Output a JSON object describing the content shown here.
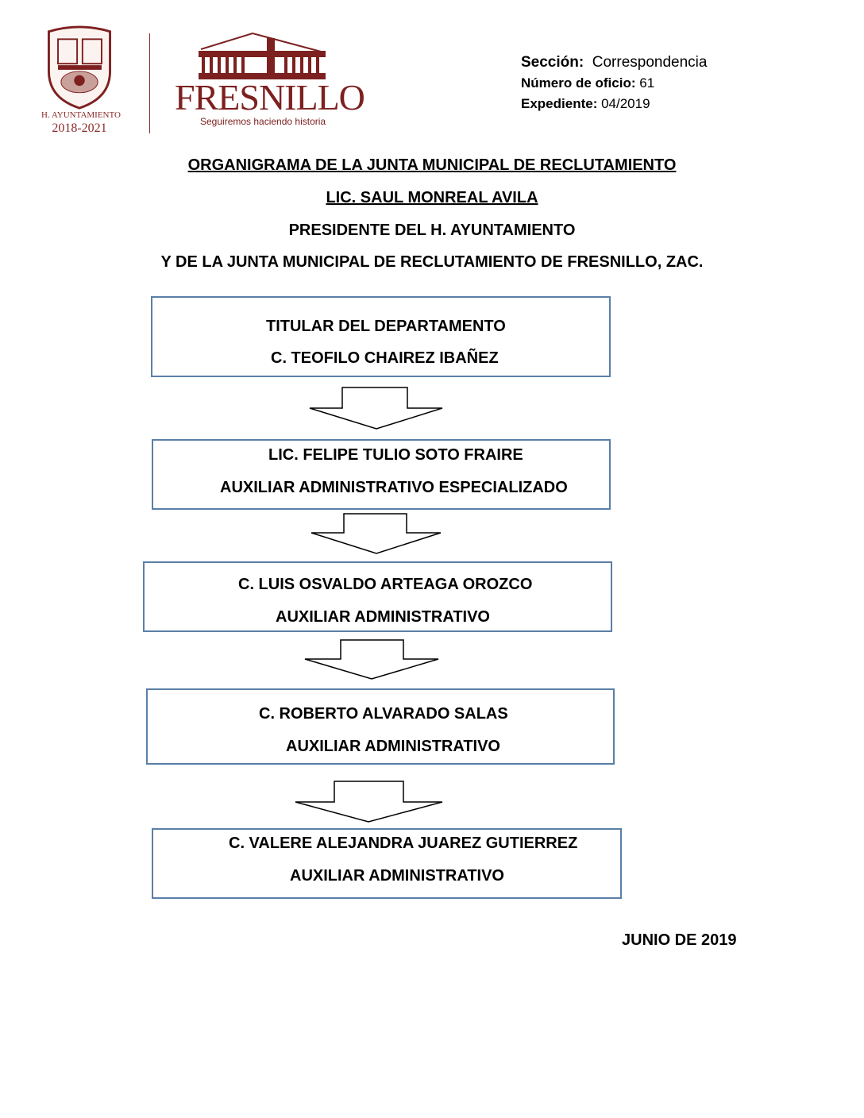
{
  "header": {
    "logo_left": {
      "line1": "H. AYUNTAMIENTO",
      "line2": "2018-2021"
    },
    "logo_right": {
      "name": "FRESNILLO",
      "slogan": "Seguiremos haciendo historia"
    },
    "seccion_label": "Sección:",
    "seccion_value": "Correspondencia",
    "oficio_label": "Número de oficio:",
    "oficio_value": "61",
    "expediente_label": "Expediente:",
    "expediente_value": "04/2019"
  },
  "titles": [
    "ORGANIGRAMA DE LA JUNTA MUNICIPAL DE RECLUTAMIENTO",
    "LIC. SAUL MONREAL AVILA",
    "PRESIDENTE DEL H. AYUNTAMIENTO",
    "Y DE LA JUNTA MUNICIPAL DE RECLUTAMIENTO DE FRESNILLO, ZAC."
  ],
  "boxes": [
    {
      "line1": "TITULAR DEL DEPARTAMENTO",
      "line2": "C. TEOFILO CHAIREZ IBAÑEZ"
    },
    {
      "line1": "LIC. FELIPE TULIO SOTO FRAIRE",
      "line2": "AUXILIAR ADMINISTRATIVO ESPECIALIZADO"
    },
    {
      "line1": "C. LUIS OSVALDO ARTEAGA OROZCO",
      "line2": "AUXILIAR ADMINISTRATIVO"
    },
    {
      "line1": "C. ROBERTO ALVARADO SALAS",
      "line2": "AUXILIAR ADMINISTRATIVO"
    },
    {
      "line1": "C. VALERE ALEJANDRA JUAREZ GUTIERREZ",
      "line2": "AUXILIAR ADMINISTRATIVO"
    }
  ],
  "date": "JUNIO DE 2019",
  "colors": {
    "brand": "#7d2020",
    "box_border": "#5a7fa8"
  }
}
